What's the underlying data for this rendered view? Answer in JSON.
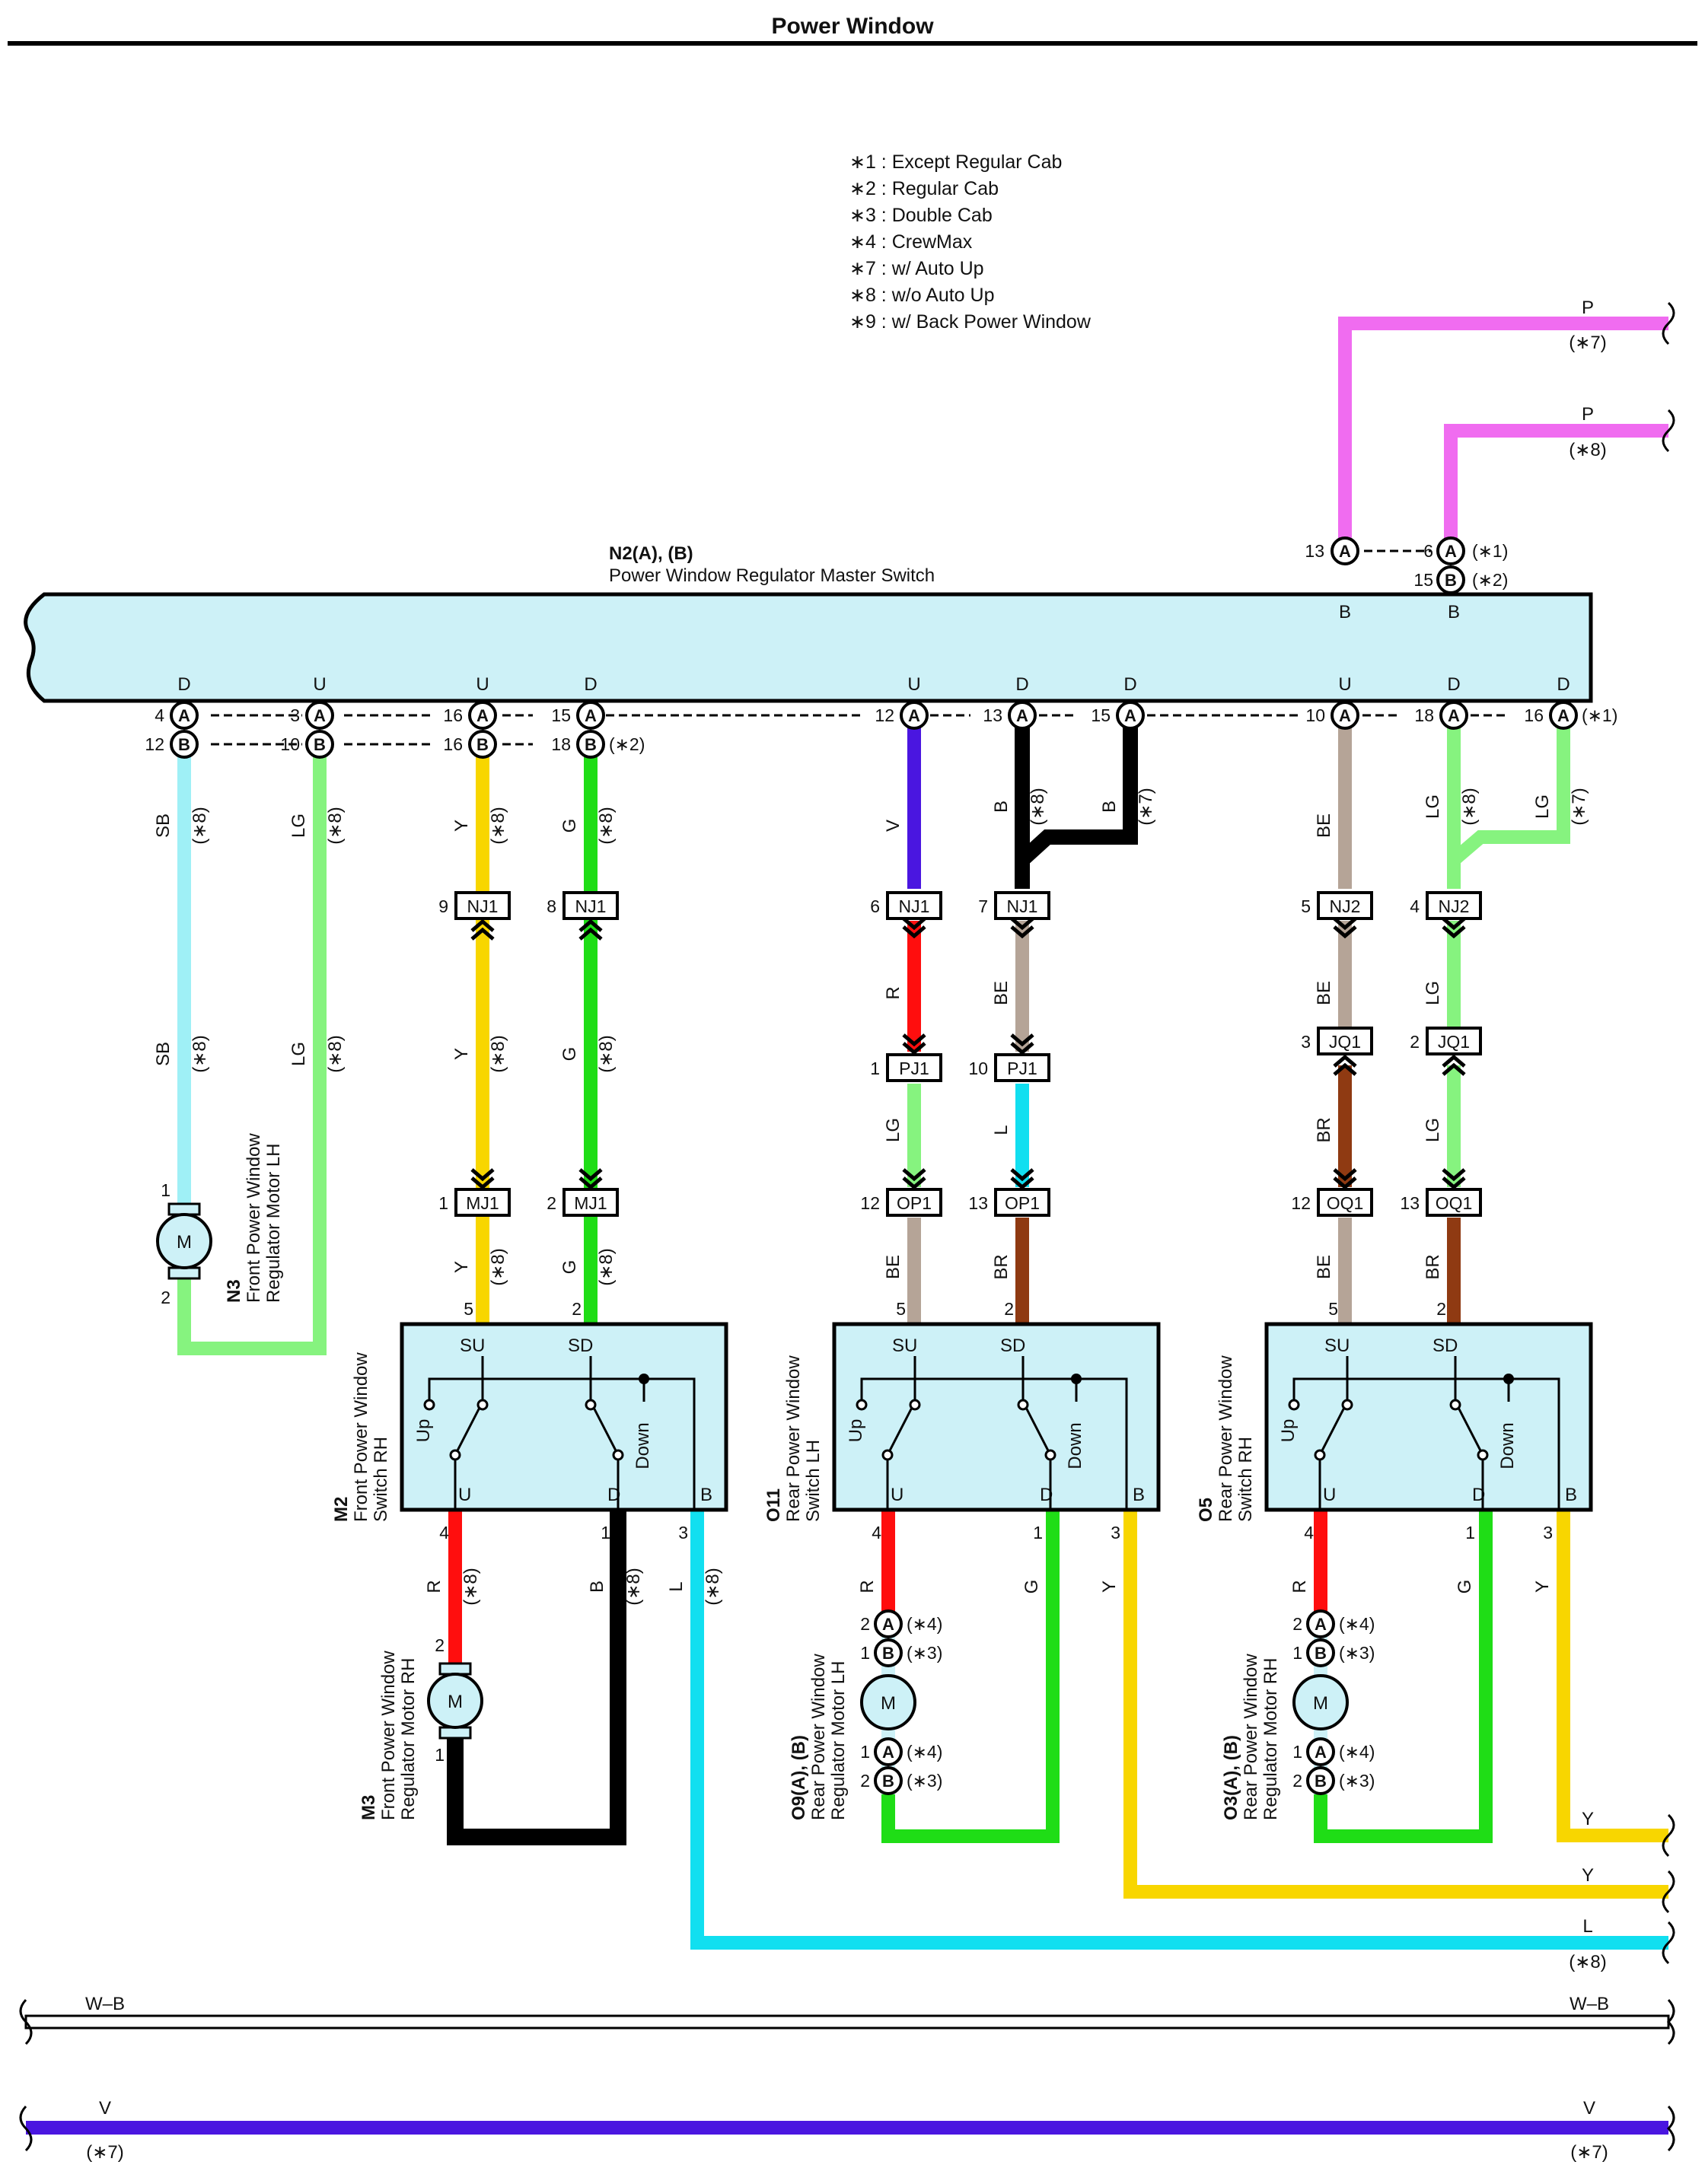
{
  "title": "Power Window",
  "colors": {
    "P": "#f06cf0",
    "SB": "#9ff0f6",
    "LG": "#86f37f",
    "Y": "#f8d600",
    "G": "#1fdd16",
    "V": "#4a16e0",
    "B": "#000000",
    "BE": "#b5a497",
    "R": "#ff0e0e",
    "L": "#11dff0",
    "BR": "#8f3a12",
    "WB": "#ffffff",
    "body": "#cdf1f7"
  },
  "notes": [
    "∗1 : Except Regular Cab",
    "∗2 : Regular Cab",
    "∗3 : Double Cab",
    "∗4 : CrewMax",
    "∗7 : w/ Auto Up",
    "∗8 : w/o Auto Up",
    "∗9 : w/ Back Power Window"
  ],
  "master": {
    "code": "N2(A), (B)",
    "name": "Power Window Regulator Master Switch"
  },
  "top": {
    "pin13": "13",
    "pin6": "6",
    "pin15": "15",
    "lblB1": "B",
    "lblB2": "B",
    "note1": "(∗1)",
    "note2": "(∗2)",
    "wireP1": "P",
    "wireP1note": "(∗7)",
    "wireP2": "P",
    "wireP2note": "(∗8)"
  },
  "bottom_terms": [
    {
      "label": "D",
      "a": "4",
      "b": "12"
    },
    {
      "label": "U",
      "a": "3",
      "b": "10"
    },
    {
      "label": "U",
      "a": "16",
      "b": "16"
    },
    {
      "label": "D",
      "a": "15",
      "b": "18"
    },
    {
      "label": "U",
      "a": "12"
    },
    {
      "label": "D",
      "a": "13"
    },
    {
      "label": "D",
      "a": "15"
    },
    {
      "label": "U",
      "a": "10"
    },
    {
      "label": "D",
      "a": "18"
    },
    {
      "label": "D",
      "a": "16"
    }
  ],
  "bottom_notes": {
    "a": "(∗1)",
    "b": "(∗2)"
  },
  "wire_labels": {
    "SB1": "SB",
    "SB1n": "(∗8)",
    "LG1": "LG",
    "LG1n": "(∗8)",
    "Y1": "Y",
    "Y1n": "(∗8)",
    "G1": "G",
    "G1n": "(∗8)",
    "V1": "V",
    "B1": "B",
    "B1n": "(∗8)",
    "B2": "B",
    "B2n": "(∗7)",
    "BE1": "BE",
    "LG2": "LG",
    "LG2n": "(∗8)",
    "LG3": "LG",
    "LG3n": "(∗7)",
    "SB2": "SB",
    "SB2n": "(∗8)",
    "LG4": "LG",
    "LG4n": "(∗8)",
    "Y2": "Y",
    "Y2n": "(∗8)",
    "G2": "G",
    "G2n": "(∗8)",
    "R1": "R",
    "BE2": "BE",
    "BE3": "BE",
    "LG5": "LG",
    "LG6": "LG",
    "L1": "L",
    "BR1": "BR",
    "LG7": "LG",
    "Y3": "Y",
    "Y3n": "(∗8)",
    "G3": "G",
    "G3n": "(∗8)",
    "BE4": "BE",
    "BR2": "BR",
    "BE5": "BE",
    "BR3": "BR",
    "R2": "R",
    "R2n": "(∗8)",
    "B3": "B",
    "B3n": "(∗8)",
    "L2": "L",
    "L2n": "(∗8)",
    "R3": "R",
    "G4": "G",
    "Y4": "Y",
    "R4": "R",
    "G5": "G",
    "Y5": "Y"
  },
  "joints": [
    {
      "pin": "9",
      "name": "NJ1"
    },
    {
      "pin": "8",
      "name": "NJ1"
    },
    {
      "pin": "6",
      "name": "NJ1"
    },
    {
      "pin": "7",
      "name": "NJ1"
    },
    {
      "pin": "5",
      "name": "NJ2"
    },
    {
      "pin": "4",
      "name": "NJ2"
    },
    {
      "pin": "1",
      "name": "PJ1"
    },
    {
      "pin": "10",
      "name": "PJ1"
    },
    {
      "pin": "3",
      "name": "JQ1"
    },
    {
      "pin": "2",
      "name": "JQ1"
    },
    {
      "pin": "1",
      "name": "MJ1"
    },
    {
      "pin": "2",
      "name": "MJ1"
    },
    {
      "pin": "12",
      "name": "OP1"
    },
    {
      "pin": "13",
      "name": "OP1"
    },
    {
      "pin": "12",
      "name": "OQ1"
    },
    {
      "pin": "13",
      "name": "OQ1"
    }
  ],
  "motor_n3": {
    "code": "N3",
    "line1": "Front Power Window",
    "line2": "Regulator Motor LH",
    "pin1": "1",
    "pin2": "2",
    "m": "M"
  },
  "switches": [
    {
      "code": "M2",
      "line1": "Front Power Window",
      "line2": "Switch RH",
      "su": "SU",
      "sd": "SD",
      "u": "U",
      "d": "D",
      "b": "B",
      "up": "Up",
      "down": "Down",
      "pSU": "5",
      "pSD": "2",
      "pU": "4",
      "pD": "1",
      "pB": "3"
    },
    {
      "code": "O11",
      "line1": "Rear Power Window",
      "line2": "Switch LH",
      "su": "SU",
      "sd": "SD",
      "u": "U",
      "d": "D",
      "b": "B",
      "up": "Up",
      "down": "Down",
      "pSU": "5",
      "pSD": "2",
      "pU": "4",
      "pD": "1",
      "pB": "3"
    },
    {
      "code": "O5",
      "line1": "Rear Power Window",
      "line2": "Switch RH",
      "su": "SU",
      "sd": "SD",
      "u": "U",
      "d": "D",
      "b": "B",
      "up": "Up",
      "down": "Down",
      "pSU": "5",
      "pSD": "2",
      "pU": "4",
      "pD": "1",
      "pB": "3"
    }
  ],
  "motor_m3": {
    "code": "M3",
    "line1": "Front Power Window",
    "line2": "Regulator Motor RH",
    "pin2": "2",
    "pin1": "1",
    "m": "M"
  },
  "motor_o9": {
    "code": "O9(A), (B)",
    "line1": "Rear Power Window",
    "line2": "Regulator Motor LH",
    "m": "M",
    "p2": "2",
    "p1a": "1",
    "p1b": "1",
    "p2b": "2",
    "n4a": "(∗4)",
    "n3a": "(∗3)",
    "n4b": "(∗4)",
    "n3b": "(∗3)"
  },
  "motor_o3": {
    "code": "O3(A), (B)",
    "line1": "Rear Power Window",
    "line2": "Regulator Motor RH",
    "m": "M",
    "p2": "2",
    "p1a": "1",
    "p1b": "1",
    "p2b": "2",
    "n4a": "(∗4)",
    "n3a": "(∗3)",
    "n4b": "(∗4)",
    "n3b": "(∗3)"
  },
  "right_wires": {
    "Y1": "Y",
    "Y2": "Y",
    "L": "L",
    "Ln": "(∗8)"
  },
  "bus": {
    "wb_left": "W–B",
    "wb_right": "W–B",
    "v_left": "V",
    "v_right": "V",
    "vn_left": "(∗7)",
    "vn_right": "(∗7)"
  },
  "conn_letters": {
    "A": "A",
    "B": "B"
  }
}
